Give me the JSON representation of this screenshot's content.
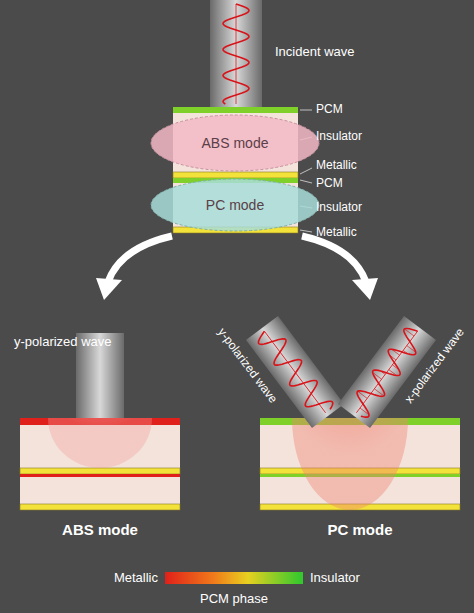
{
  "diagram": {
    "nodes": [
      {
        "text": [
          "ABS mode"
        ]
      },
      {
        "text": [
          "PC mode"
        ]
      }
    ],
    "labels": [
      "Incident wave",
      "PCM",
      "Insulator",
      "Metallic",
      "PCM",
      "Insulator",
      "Metallic",
      "y-polarized wave",
      "y-polarized wave",
      "x-polarized wave",
      "ABS mode",
      "PC mode",
      "Metallic",
      "Insulator",
      "PCM phase"
    ]
  }
}
